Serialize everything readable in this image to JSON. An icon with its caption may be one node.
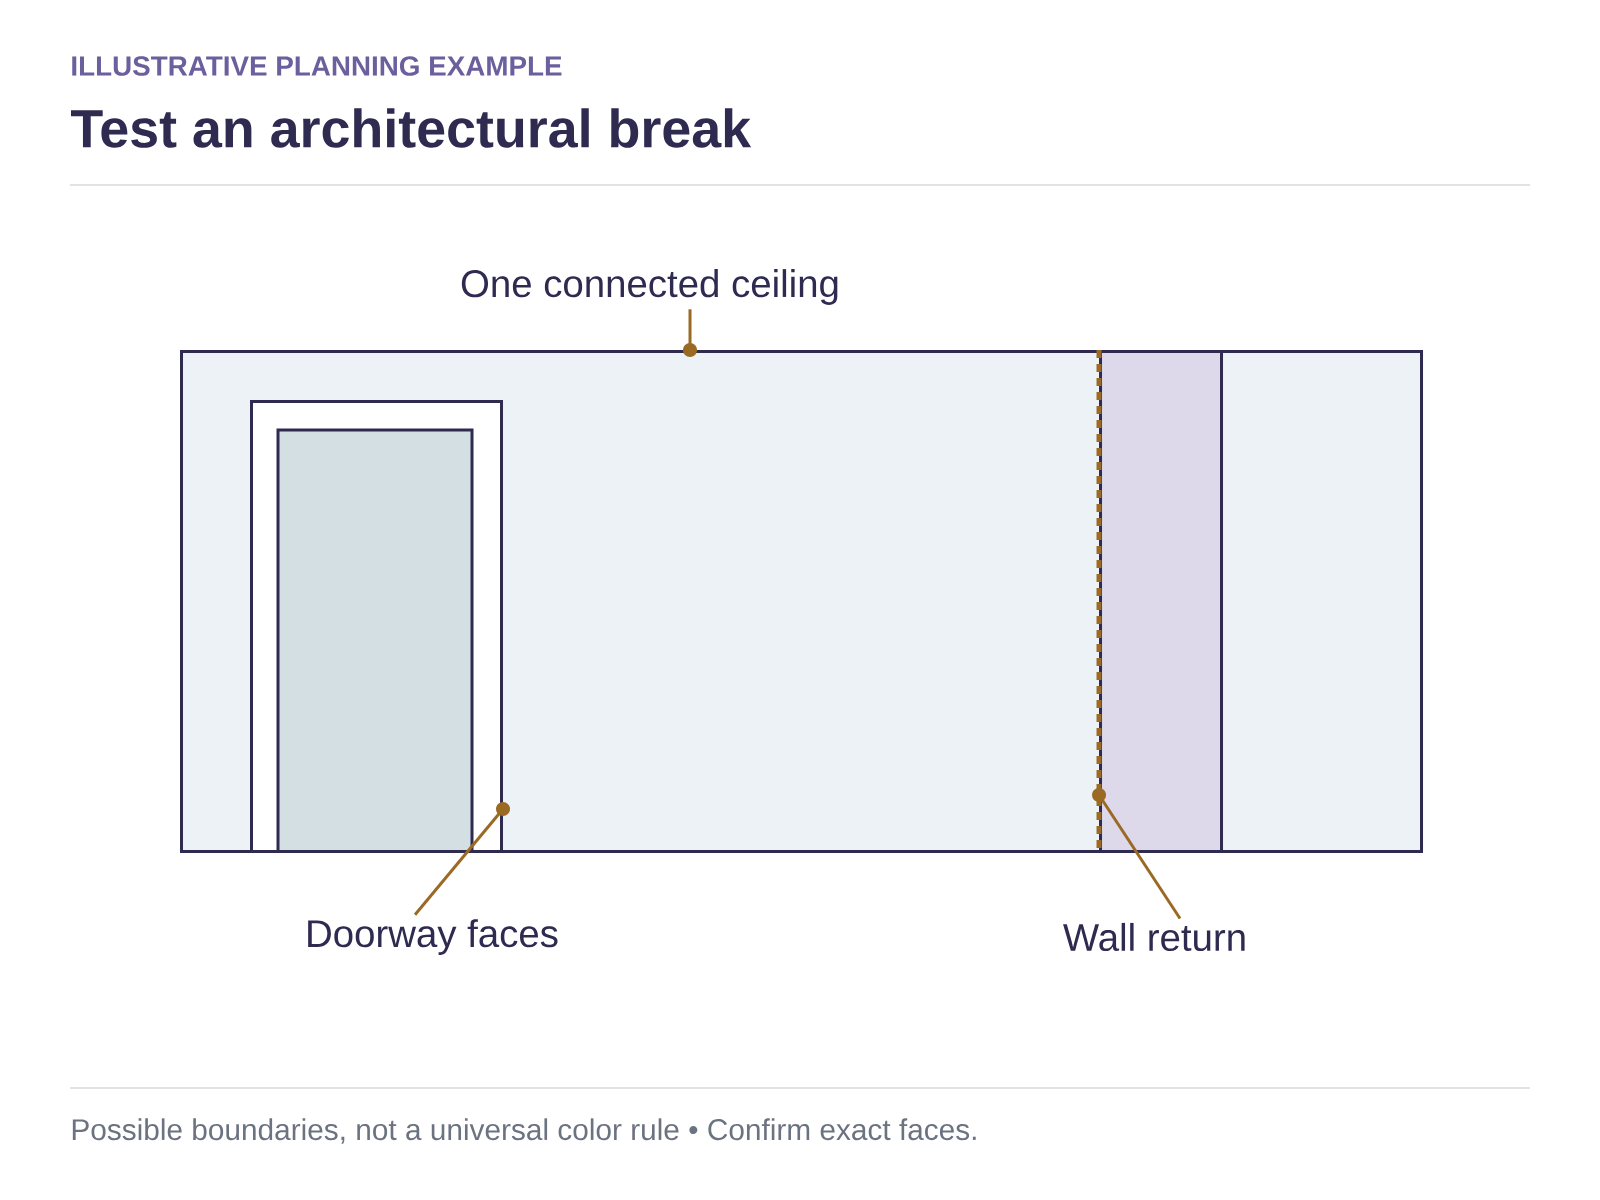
{
  "diagram": {
    "title": "Test an architectural break",
    "caption": "Possible boundaries, not a universal color rule • Confirm exact faces.",
    "nodes": [
      {
        "text": [
          "One connected ceiling"
        ]
      },
      {
        "text": [],
        "shape": "box"
      },
      {
        "text": [],
        "shape": "box",
        "in": 1
      },
      {
        "text": [],
        "shape": "box",
        "in": 1
      },
      {
        "text": [
          "Doorway faces"
        ]
      },
      {
        "text": [
          "Wall return"
        ]
      }
    ],
    "edges": [
      {
        "from": 0,
        "to": 1,
        "arrow": "other"
      },
      {
        "from": 4,
        "to": 2,
        "arrow": "other"
      },
      {
        "from": 5,
        "to": 3,
        "arrow": "other"
      }
    ],
    "labels": [
      "ILLUSTRATIVE PLANNING EXAMPLE"
    ]
  }
}
